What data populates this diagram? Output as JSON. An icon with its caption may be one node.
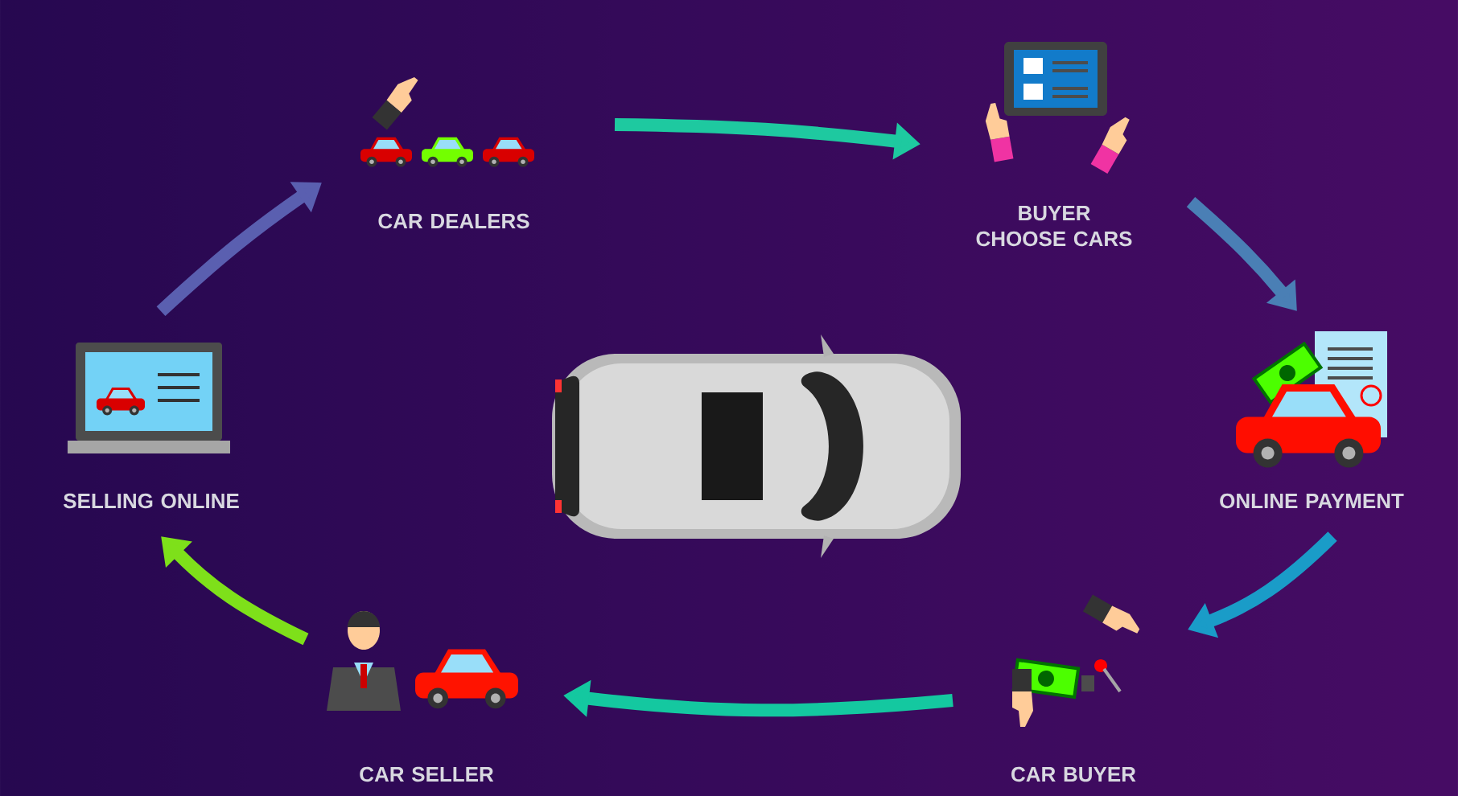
{
  "diagram": {
    "nodes": [
      {
        "text": [
          "CAR DEALERS"
        ]
      },
      {
        "text": [
          "BUYER CHOOSE CARS"
        ]
      },
      {
        "text": [
          "ONLINE PAYMENT"
        ]
      },
      {
        "text": [
          "CAR BUYER"
        ]
      },
      {
        "text": [
          "CAR SELLER"
        ]
      },
      {
        "text": [
          "SELLING ONLINE"
        ]
      }
    ],
    "edges": [
      {
        "from": 0,
        "to": 1,
        "arrow": "to",
        "color": "#1ec9a0"
      },
      {
        "from": 1,
        "to": 2,
        "arrow": "to",
        "color": "#4a7fb5"
      },
      {
        "from": 2,
        "to": 3,
        "arrow": "to",
        "color": "#1a9cc8"
      },
      {
        "from": 3,
        "to": 4,
        "arrow": "to",
        "color": "#14c8a0"
      },
      {
        "from": 4,
        "to": 5,
        "arrow": "to",
        "color": "#7ee01a"
      },
      {
        "from": 5,
        "to": 0,
        "arrow": "to",
        "color": "#5a5fb0"
      }
    ]
  }
}
